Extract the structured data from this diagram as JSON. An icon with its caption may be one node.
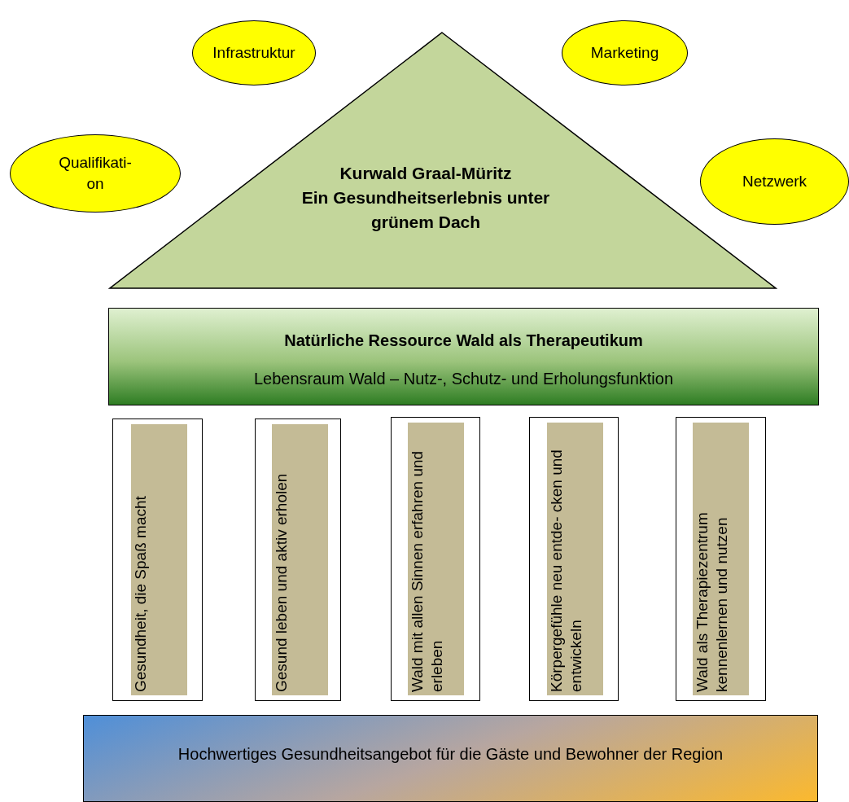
{
  "diagram": {
    "nodes": [
      {
        "text": [
          "Infrastruktur"
        ]
      },
      {
        "text": [
          "Marketing"
        ]
      },
      {
        "text": [
          "Qualifikati- on"
        ]
      },
      {
        "text": [
          "Kurwald Graal-Müritz",
          "Ein Gesundheitserlebnis unter grünem Dach"
        ]
      },
      {
        "text": [
          "Netzwerk"
        ]
      },
      {
        "text": [
          "Natürliche Ressource Wald als Therapeutikum",
          "Lebensraum Wald – Nutz-, Schutz- und Erholungsfunktion"
        ]
      },
      {
        "text": [
          "Gesundheit, die Spaß macht"
        ]
      },
      {
        "text": [
          "Gesund leben und aktiv erholen"
        ]
      },
      {
        "text": [
          "Wald mit allen Sinnen erfahren und erleben"
        ]
      },
      {
        "text": [
          "Körpergefühle neu entde- cken und entwickeln"
        ]
      },
      {
        "text": [
          "Wald als Therapiezentrum kennenlernen und nutzen"
        ]
      },
      {
        "text": [
          "Hochwertiges Gesundheitsangebot für die Gäste und Bewohner der Region"
        ]
      }
    ]
  }
}
